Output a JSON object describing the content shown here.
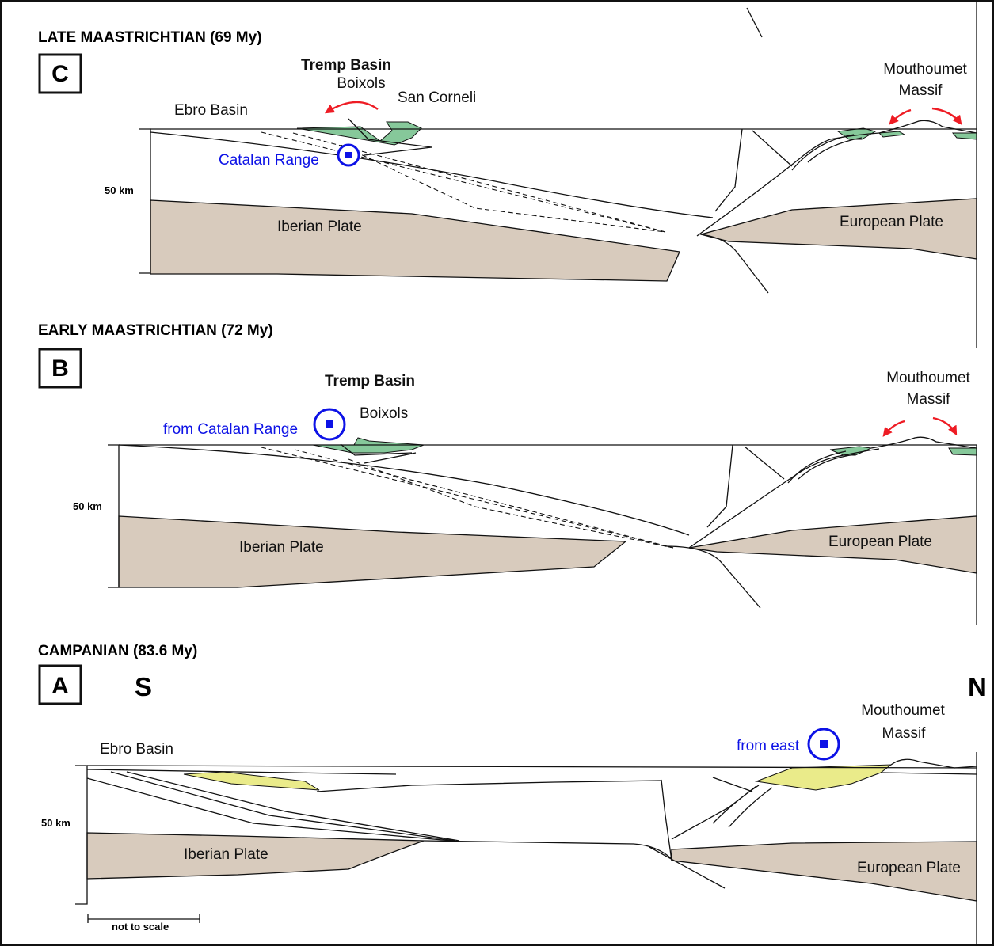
{
  "colors": {
    "plate": "#d8cbbd",
    "syn_orogenic_sediment": "#86c89a",
    "campanian_sediment": "#eaeb8a",
    "source_marker": "#0d12e6",
    "uplift_arrow": "#ee1c24",
    "line": "#111111"
  },
  "icons": {
    "source_marker": "circled-square-icon",
    "uplift_arrow": "curved-arrow-icon"
  },
  "panel_c": {
    "letter": "C",
    "title": "LATE MAASTRICHTIAN (69 My)",
    "basin": "Tremp Basin",
    "boixols": "Boixols",
    "san_corneli": "San Corneli",
    "ebro_basin": "Ebro Basin",
    "source": "Catalan Range",
    "massif_line1": "Mouthoumet",
    "massif_line2": "Massif",
    "depth": "50 km",
    "iberian_plate": "Iberian Plate",
    "european_plate": "European Plate"
  },
  "panel_b": {
    "letter": "B",
    "title": "EARLY MAASTRICHTIAN  (72 My)",
    "basin": "Tremp Basin",
    "boixols": "Boixols",
    "source": "from Catalan Range",
    "massif_line1": "Mouthoumet",
    "massif_line2": "Massif",
    "depth": "50 km",
    "iberian_plate": "Iberian Plate",
    "european_plate": "European Plate"
  },
  "panel_a": {
    "letter": "A",
    "title": "CAMPANIAN (83.6 My)",
    "south": "S",
    "north": "N",
    "ebro_basin": "Ebro Basin",
    "source": "from east",
    "massif_line1": "Mouthoumet",
    "massif_line2": "Massif",
    "depth": "50 km",
    "iberian_plate": "Iberian Plate",
    "european_plate": "European Plate",
    "scale_bar": "not to scale"
  }
}
